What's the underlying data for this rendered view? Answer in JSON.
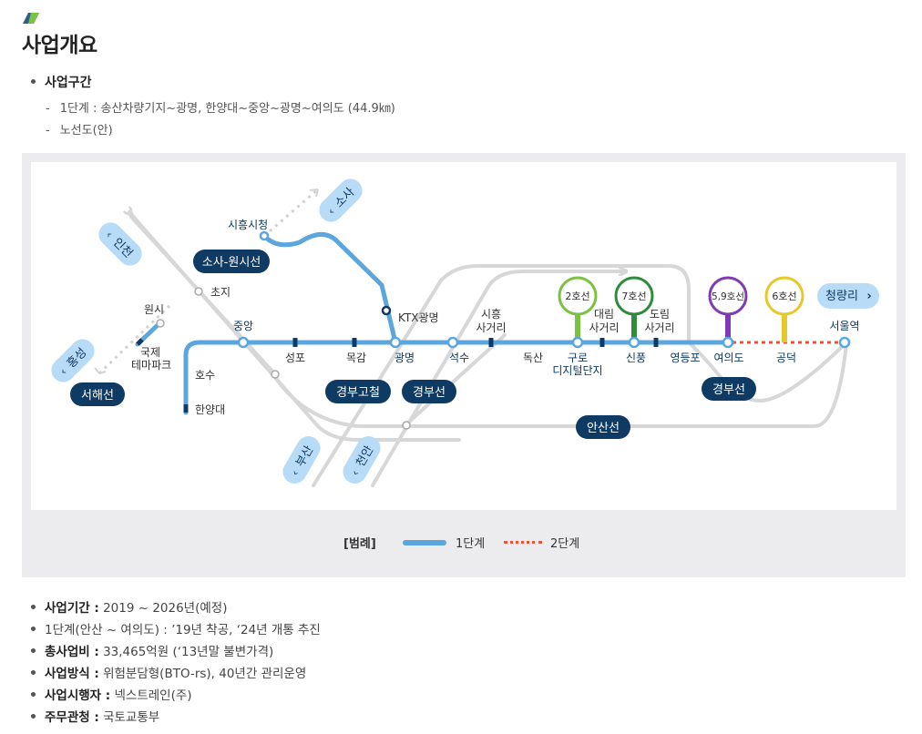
{
  "page": {
    "title": "사업개요"
  },
  "section": {
    "heading": "사업구간",
    "items": [
      "1단계 : 송산차량기지~광명, 한양대~중앙~광명~여의도 (44.9㎞)",
      "노선도(안)"
    ]
  },
  "map": {
    "colors": {
      "line_stage1": "#5ba6dc",
      "line_stage2": "#e8553a",
      "grey_line": "#d7d7d7",
      "badge_dark": "#0e3a63",
      "dir_badge": "#b8dcf8",
      "line2": "#7cc242",
      "line7": "#2e8c3a",
      "line59": "#7e3bb5",
      "line6": "#e6c82b"
    },
    "direction_badges": [
      "소사",
      "인천",
      "홍성",
      "부산",
      "천안",
      "청량리"
    ],
    "line_badges": [
      "소사-원시선",
      "서해선",
      "경부고철",
      "경부선",
      "경부선",
      "안산선"
    ],
    "stations": {
      "siheung_city_hall": "시흥시청",
      "choji": "초지",
      "wonsi": "원시",
      "theme_park": "국제\n테마파크",
      "hoso": "호수",
      "hanyangdae": "한양대",
      "jungang": "중앙",
      "seongpo": "성포",
      "mokgam": "목감",
      "gwangmyeong": "광명",
      "ktx": "KTX광명",
      "seoksu": "석수",
      "siheung_crossroad": "시흥\n사거리",
      "doksan": "독산",
      "guro": "구로\n디지털단지",
      "daerim": "대림\n사거리",
      "sinpung": "신풍",
      "dorim": "도림\n사거리",
      "yeongdeungpo": "영등포",
      "yeouido": "여의도",
      "gongdeok": "공덕",
      "seoul_station": "서울역"
    },
    "transfer_lines": [
      "2호선",
      "7호선",
      "5,9호선",
      "6호선"
    ]
  },
  "legend": {
    "title": "[범례]",
    "stage1": "1단계",
    "stage2": "2단계"
  },
  "info": [
    {
      "label": "사업기간 :",
      "value": " 2019 ~ 2026년(예정)",
      "bold": true
    },
    {
      "label": "",
      "value": "1단계(안산 ~ 여의도) : ’19년 착공, ‘24년 개통 추진",
      "bold": false
    },
    {
      "label": "총사업비 :",
      "value": " 33,465억원 (‘13년말 불변가격)",
      "bold": true
    },
    {
      "label": "사업방식 :",
      "value": " 위험분담형(BTO-rs), 40년간 관리운영",
      "bold": true
    },
    {
      "label": "사업시행자 :",
      "value": " 넥스트레인(주)",
      "bold": true
    },
    {
      "label": "주무관청 :",
      "value": " 국토교통부",
      "bold": true
    }
  ]
}
